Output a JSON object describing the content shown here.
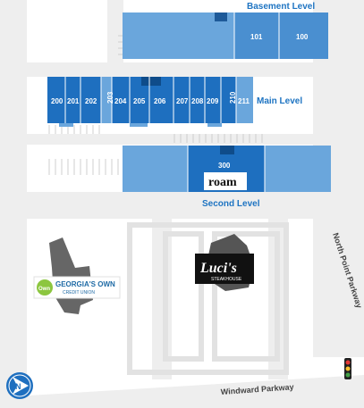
{
  "levels": {
    "basement": "Basement Level",
    "main": "Main Level",
    "second": "Second Level"
  },
  "units": {
    "basement": [
      "101",
      "100"
    ],
    "main": [
      "200",
      "201",
      "202",
      "203",
      "204",
      "205",
      "206",
      "207",
      "208",
      "209",
      "210",
      "211"
    ],
    "second": [
      "300"
    ]
  },
  "tenants": {
    "roam": "roam",
    "lucis": "Luci's",
    "lucis_sub": "STEAKHOUSE",
    "georgia_logo": "Own",
    "georgia_name": "GEORGIA'S OWN",
    "georgia_sub": "CREDIT UNION"
  },
  "roads": {
    "north_point": "North Point Parkway",
    "windward": "Windward Parkway"
  },
  "icons": {
    "compass": "north-compass-icon",
    "traffic_light": "traffic-light-icon"
  },
  "colors": {
    "building_light": "#6aa6dc",
    "building_mid": "#4a8fd0",
    "building_dark": "#1e6fbf",
    "label_blue": "#1e74c2",
    "road_gray": "#e6e6e6"
  }
}
